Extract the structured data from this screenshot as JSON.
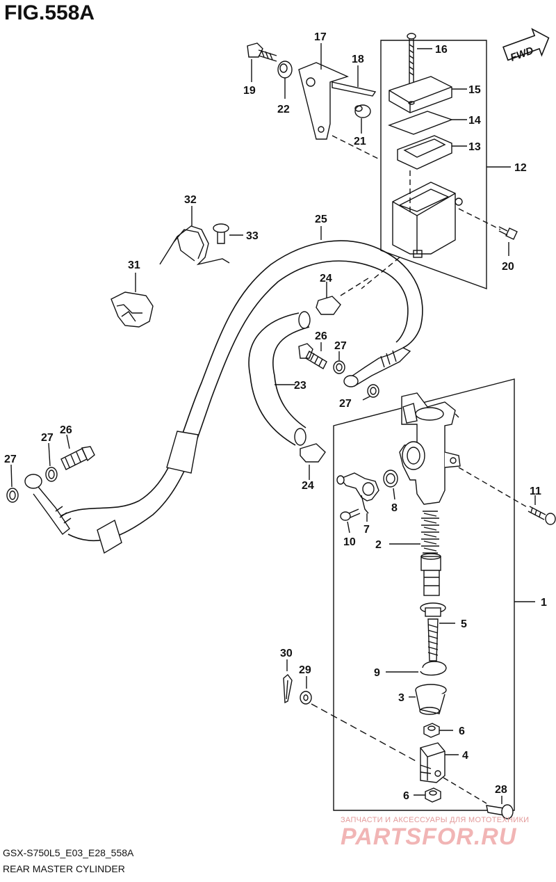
{
  "figure_title": "FIG.558A",
  "model_code": "GSX-S750L5_E03_E28_558A",
  "figure_name": "REAR MASTER CYLINDER",
  "fwd_label": "FWD",
  "watermark": {
    "tagline": "ЗАПЧАСТИ И АКСЕССУАРЫ ДЛЯ МОТОТЕХНИКИ",
    "brand": "PARTSFOR.RU"
  },
  "callouts": {
    "c1": "1",
    "c2": "2",
    "c3": "3",
    "c4": "4",
    "c5": "5",
    "c6a": "6",
    "c6b": "6",
    "c7": "7",
    "c8": "8",
    "c9": "9",
    "c10": "10",
    "c11": "11",
    "c12": "12",
    "c13": "13",
    "c14": "14",
    "c15": "15",
    "c16": "16",
    "c17": "17",
    "c18": "18",
    "c19": "19",
    "c20": "20",
    "c21": "21",
    "c22": "22",
    "c23": "23",
    "c24a": "24",
    "c24b": "24",
    "c25": "25",
    "c26a": "26",
    "c26b": "26",
    "c27a": "27",
    "c27b": "27",
    "c27c": "27",
    "c27d": "27",
    "c28": "28",
    "c29": "29",
    "c30": "30",
    "c31": "31",
    "c32": "32",
    "c33": "33"
  }
}
